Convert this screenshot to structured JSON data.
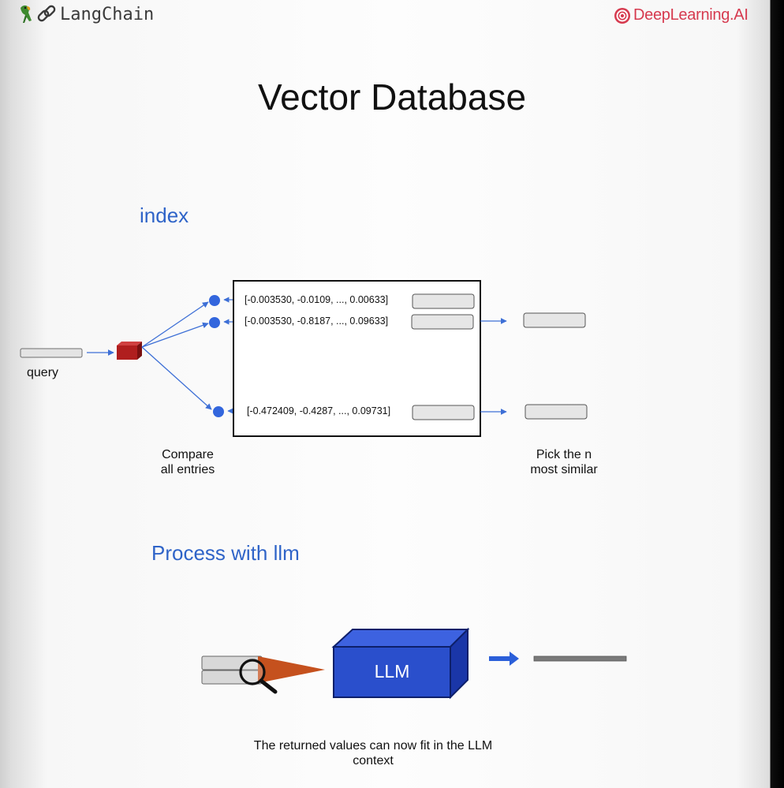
{
  "header": {
    "brand_left": "LangChain",
    "brand_left_icons": [
      "parrot-icon",
      "chain-link-icon"
    ],
    "brand_right": "DeepLearning.AI",
    "brand_right_icon": "deeplearning-logo-icon"
  },
  "title": "Vector Database",
  "index_section": {
    "heading": "index",
    "query_label": "query",
    "vectors": [
      "[-0.003530, -0.0109, ..., 0.00633]",
      "[-0.003530, -0.8187, ..., 0.09633]",
      "[-0.472409, -0.4287, ..., 0.09731]"
    ],
    "compare_caption": [
      "Compare",
      "all entries"
    ],
    "pick_caption": [
      "Pick the n",
      "most similar"
    ]
  },
  "process_section": {
    "heading": "Process with llm",
    "llm_label": "LLM",
    "caption": [
      "The returned values can now fit in the LLM",
      "context"
    ]
  },
  "colors": {
    "accent_blue": "#2f64c8",
    "arrow_blue": "#3d6fd6",
    "llm_box": "#2a4fcc",
    "query_cube": "#b01e1e",
    "search_beam": "#c5511e",
    "brand_red": "#d63a4f"
  }
}
